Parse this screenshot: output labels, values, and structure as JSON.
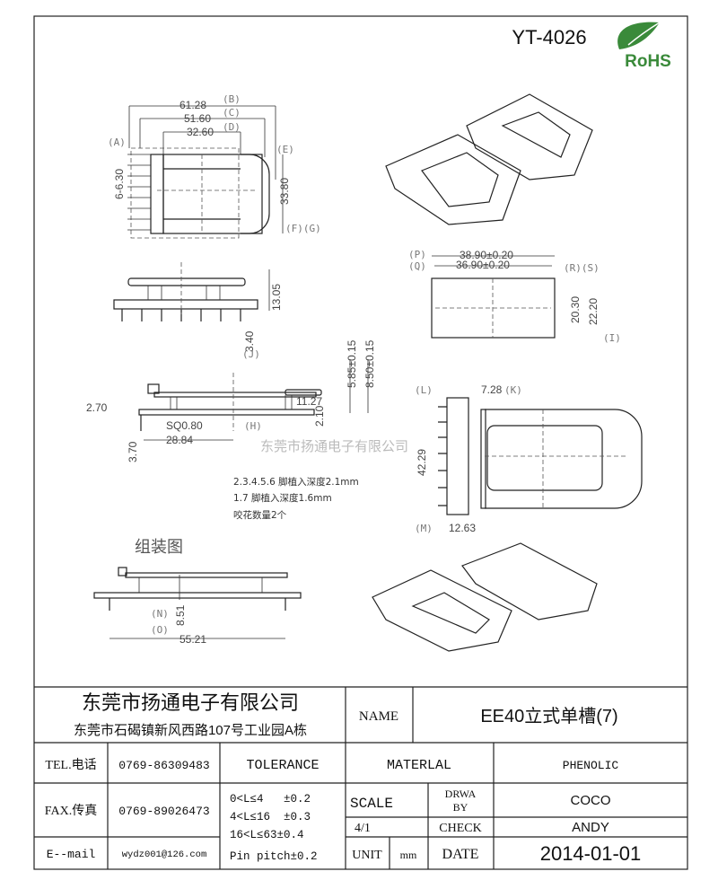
{
  "header": {
    "part_number": "YT-4026",
    "rohs_logo": "RoHS"
  },
  "top_view": {
    "dims": {
      "b": "61.28",
      "c": "51.60",
      "d": "32.60",
      "pitch": "6-6.30",
      "height": "33.80"
    },
    "refs": {
      "a": "(A)",
      "b": "(B)",
      "c": "(C)",
      "d": "(D)",
      "e": "(E)",
      "fg": "(F)(G)"
    }
  },
  "side_view": {
    "dims": {
      "h": "13.05",
      "pin": "3.40"
    },
    "refs": {
      "j": "(J)"
    }
  },
  "section_view": {
    "dims": {
      "a": "2.70",
      "b": "3.70",
      "sq": "SQ0.80",
      "w": "28.84",
      "c": "11.27",
      "d": "2.10",
      "e": "5.85±0.15",
      "f": "8.50±0.15"
    },
    "refs": {
      "h": "(H)"
    }
  },
  "notes": [
    "2.3.4.5.6 脚植入深度2.1mm",
    "1.7 脚植入深度1.6mm",
    "咬花数量2个"
  ],
  "frame_view": {
    "dims": {
      "p": "38.90±0.20",
      "q": "36.90±0.20",
      "r": "20.30",
      "s": "22.20"
    },
    "refs": {
      "p": "(P)",
      "q": "(Q)",
      "rs": "(R)(S)",
      "i": "(I)"
    }
  },
  "bottom_view": {
    "dims": {
      "k": "7.28",
      "l": "42.29",
      "m": "12.63"
    },
    "refs": {
      "k": "(K)",
      "l": "(L)",
      "m": "(M)"
    }
  },
  "assembly": {
    "title": "组装图",
    "dims": {
      "h": "8.51",
      "w": "55.21"
    },
    "refs": {
      "n": "(N)",
      "o": "(O)"
    }
  },
  "watermark": "东莞市扬通电子有限公司",
  "title_block": {
    "company": "东莞市扬通电子有限公司",
    "address": "东莞市石碣镇新风西路107号工业园A栋",
    "name_label": "NAME",
    "name_value": "EE40立式单槽(7)",
    "tel_label": "TEL.电话",
    "tel_value": "0769-86309483",
    "fax_label": "FAX.传真",
    "fax_value": "0769-89026473",
    "email_label": "E--mail",
    "email_value": "wydz001@126.com",
    "tolerance_label": "TOLERANCE",
    "tolerances": [
      "0<L≤4   ±0.2",
      "4<L≤16  ±0.3",
      "16<L≤63±0.4",
      "Pin pitch±0.2"
    ],
    "material_label": "MATERLAL",
    "material_value": "PHENOLIC",
    "scale_label": "SCALE",
    "scale_value": "4/1",
    "drawn_label_1": "DRWA",
    "drawn_label_2": "BY",
    "drawn_value": "COCO",
    "check_label": "CHECK",
    "check_value": "ANDY",
    "unit_label": "UNIT",
    "unit_value": "mm",
    "date_label": "DATE",
    "date_value": "2014-01-01"
  }
}
